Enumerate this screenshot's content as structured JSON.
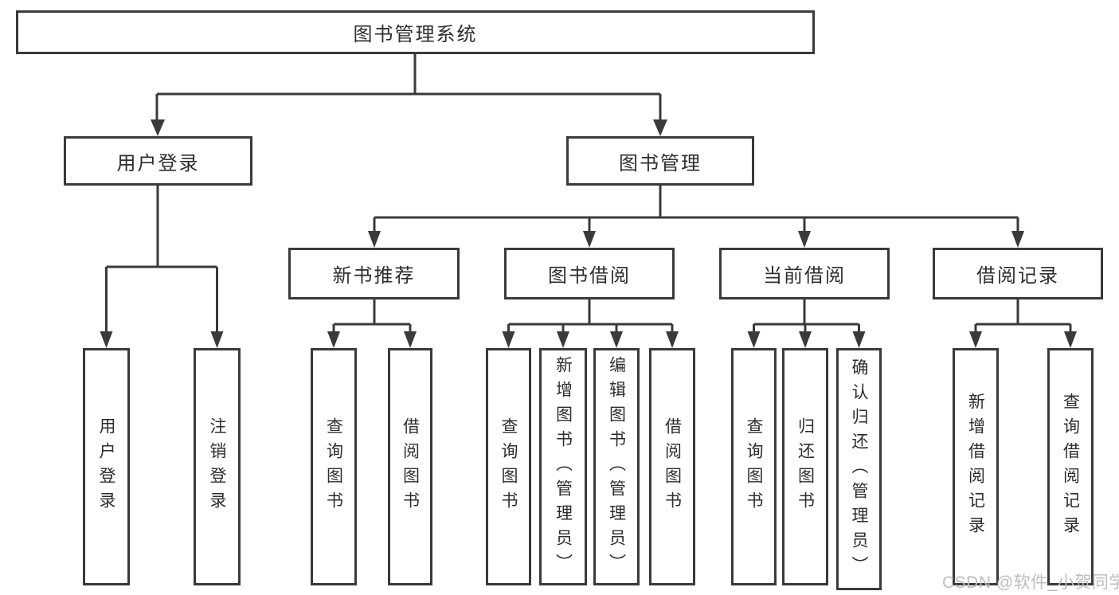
{
  "tree": {
    "root": {
      "label": "图书管理系统"
    },
    "branches": [
      {
        "label": "用户登录",
        "children": [
          {
            "label": "用户登录"
          },
          {
            "label": "注销登录"
          }
        ]
      },
      {
        "label": "图书管理",
        "groups": [
          {
            "label": "新书推荐",
            "children": [
              {
                "label": "查询图书"
              },
              {
                "label": "借阅图书"
              }
            ]
          },
          {
            "label": "图书借阅",
            "children": [
              {
                "label": "查询图书"
              },
              {
                "label": "新增图书（管理员）"
              },
              {
                "label": "编辑图书（管理员）"
              },
              {
                "label": "借阅图书"
              }
            ]
          },
          {
            "label": "当前借阅",
            "children": [
              {
                "label": "查询图书"
              },
              {
                "label": "归还图书"
              },
              {
                "label": "确认归还（管理员）"
              }
            ]
          },
          {
            "label": "借阅记录",
            "children": [
              {
                "label": "新增借阅记录"
              },
              {
                "label": "查询借阅记录"
              }
            ]
          }
        ]
      }
    ]
  },
  "watermark": {
    "text": "CSDN @软件_小贺同学"
  },
  "colors": {
    "line": "#3a3a3a",
    "text": "#2d2d2d",
    "watermark": "#bdbdbd",
    "background": "#ffffff"
  }
}
